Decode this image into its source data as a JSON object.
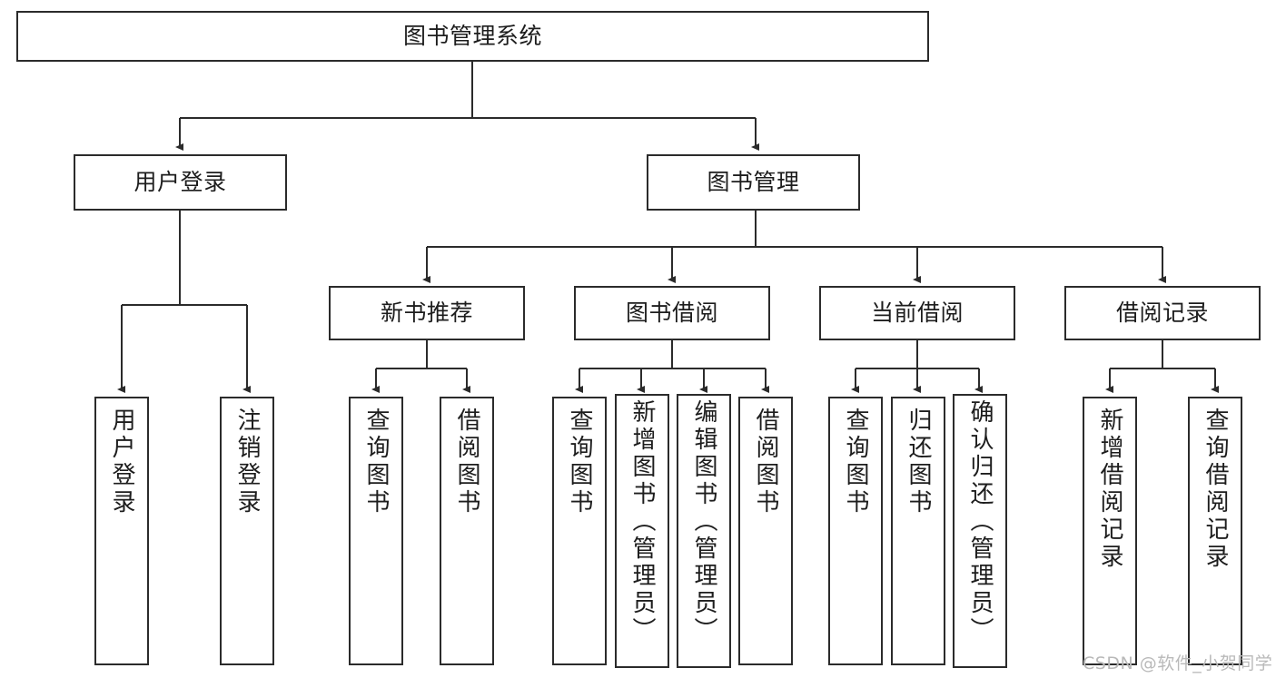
{
  "diagram": {
    "type": "tree",
    "title": "图书管理系统",
    "orientation": "top-down",
    "colors": {
      "box_border": "#2b2b2b",
      "box_fill": "#ffffff",
      "edge": "#2b2b2b",
      "text": "#1d1d1d",
      "watermark": "#b9b9b9"
    },
    "root": {
      "label": "图书管理系统"
    },
    "level2": [
      {
        "label": "用户登录"
      },
      {
        "label": "图书管理"
      }
    ],
    "level3": [
      {
        "label": "新书推荐"
      },
      {
        "label": "图书借阅"
      },
      {
        "label": "当前借阅"
      },
      {
        "label": "借阅记录"
      }
    ],
    "leaves": {
      "user_login": [
        {
          "label": "用户登录"
        },
        {
          "label": "注销登录"
        }
      ],
      "new_book": [
        {
          "label": "查询图书"
        },
        {
          "label": "借阅图书"
        }
      ],
      "book_borrow": [
        {
          "label": "查询图书"
        },
        {
          "label": "新增图书（管理员）"
        },
        {
          "label": "编辑图书（管理员）"
        },
        {
          "label": "借阅图书"
        }
      ],
      "current_borrow": [
        {
          "label": "查询图书"
        },
        {
          "label": "归还图书"
        },
        {
          "label": "确认归还（管理员）"
        }
      ],
      "borrow_record": [
        {
          "label": "新增借阅记录"
        },
        {
          "label": "查询借阅记录"
        }
      ]
    }
  },
  "watermark": {
    "text": "CSDN @软件_小贺同学"
  }
}
